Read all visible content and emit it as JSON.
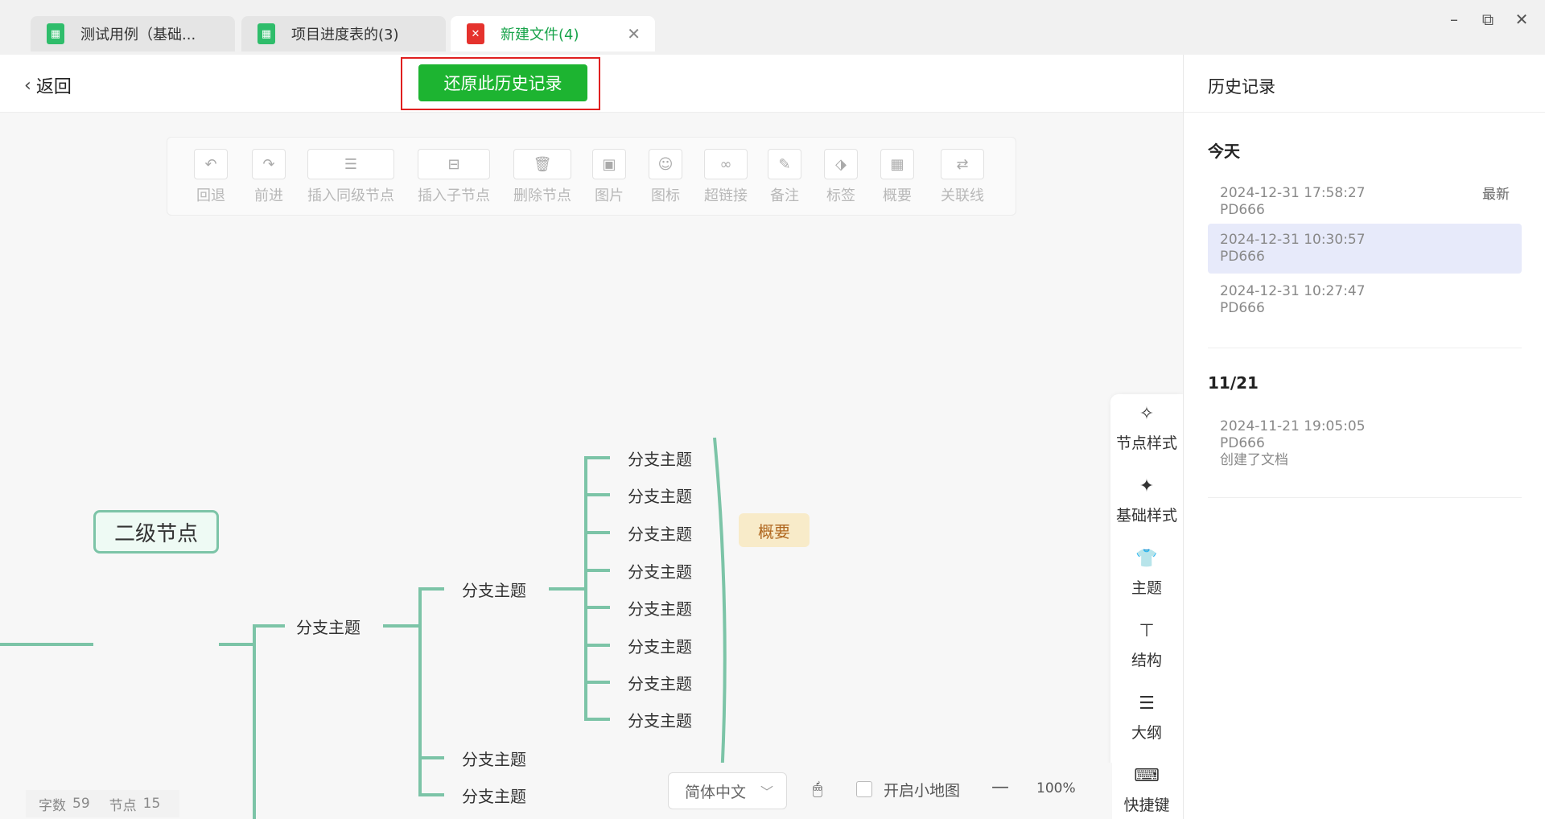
{
  "tabs": [
    {
      "label": "测试用例（基础...",
      "icon": "spreadsheet-icon",
      "active": false
    },
    {
      "label": "项目进度表的(3)",
      "icon": "spreadsheet-icon",
      "active": false
    },
    {
      "label": "新建文件(4)",
      "icon": "mindmap-file-icon",
      "active": true,
      "close": "✕"
    }
  ],
  "window_controls": {
    "minimize": "–",
    "restore": "⧉",
    "close": "✕"
  },
  "header": {
    "back_label": "返回",
    "restore_button": "还原此历史记录"
  },
  "toolbar": [
    {
      "label": "回退",
      "icon": "undo-icon",
      "glyph": "↶"
    },
    {
      "label": "前进",
      "icon": "redo-icon",
      "glyph": "↷"
    },
    {
      "label": "插入同级节点",
      "icon": "sibling-node-icon",
      "glyph": "☰"
    },
    {
      "label": "插入子节点",
      "icon": "child-node-icon",
      "glyph": "⊟"
    },
    {
      "label": "删除节点",
      "icon": "trash-icon",
      "glyph": "🗑"
    },
    {
      "label": "图片",
      "icon": "image-icon",
      "glyph": "▣"
    },
    {
      "label": "图标",
      "icon": "emoji-icon",
      "glyph": "☺"
    },
    {
      "label": "超链接",
      "icon": "link-icon",
      "glyph": "∞"
    },
    {
      "label": "备注",
      "icon": "note-icon",
      "glyph": "✎"
    },
    {
      "label": "标签",
      "icon": "tag-icon",
      "glyph": "⬗"
    },
    {
      "label": "概要",
      "icon": "summary-icon",
      "glyph": "▦"
    },
    {
      "label": "关联线",
      "icon": "relation-line-icon",
      "glyph": "⇄"
    }
  ],
  "mindmap": {
    "level2": "二级节点",
    "branch_l3": "分支主题",
    "branch_l4": [
      "分支主题",
      "分支主题",
      "分支主题"
    ],
    "branch_l5": [
      "分支主题",
      "分支主题",
      "分支主题",
      "分支主题",
      "分支主题",
      "分支主题",
      "分支主题",
      "分支主题"
    ],
    "summary": "概要"
  },
  "right_panel": [
    {
      "label": "节点样式",
      "icon": "node-style-icon",
      "glyph": "✧"
    },
    {
      "label": "基础样式",
      "icon": "magic-wand-icon",
      "glyph": "✦"
    },
    {
      "label": "主题",
      "icon": "shirt-icon",
      "glyph": "👕"
    },
    {
      "label": "结构",
      "icon": "structure-icon",
      "glyph": "⊤"
    },
    {
      "label": "大纲",
      "icon": "outline-icon",
      "glyph": "☰"
    },
    {
      "label": "快捷键",
      "icon": "keyboard-icon",
      "glyph": "⌨"
    }
  ],
  "bottom_bar": {
    "language": "简体中文",
    "minimap_label": "开启小地图",
    "zoom_minus": "—",
    "zoom": "100%"
  },
  "stats": {
    "words_label": "字数",
    "words": "59",
    "nodes_label": "节点",
    "nodes": "15"
  },
  "history": {
    "title": "历史记录",
    "groups": [
      {
        "label": "今天",
        "entries": [
          {
            "time": "2024-12-31 17:58:27",
            "user": "PD666",
            "badge": "最新"
          },
          {
            "time": "2024-12-31 10:30:57",
            "user": "PD666",
            "selected": true
          },
          {
            "time": "2024-12-31 10:27:47",
            "user": "PD666"
          }
        ]
      },
      {
        "label": "11/21",
        "entries": [
          {
            "time": "2024-11-21 19:05:05",
            "user": "PD666",
            "note": "创建了文档"
          }
        ]
      }
    ]
  },
  "colors": {
    "accent_green": "#1db431",
    "branch_line": "#7cc4a7",
    "highlight_red": "#e02020",
    "selected_row": "#e7eafa"
  }
}
